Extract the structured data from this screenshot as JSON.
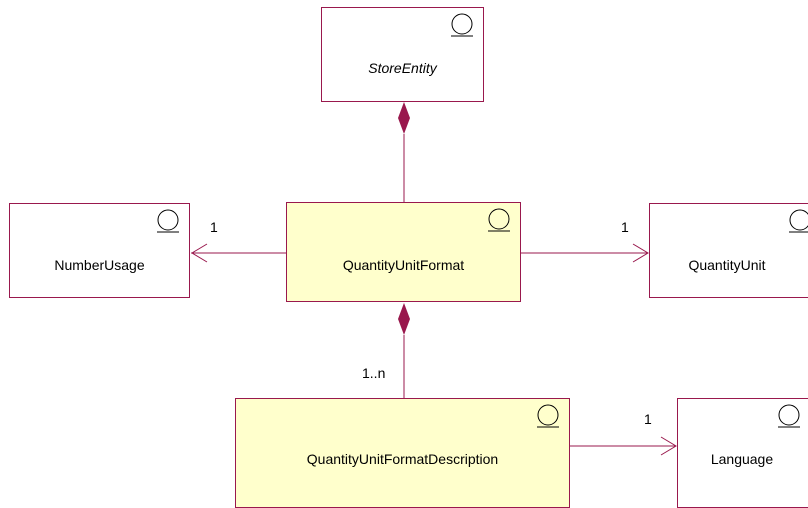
{
  "classes": {
    "store_entity": {
      "name": "StoreEntity"
    },
    "number_usage": {
      "name": "NumberUsage"
    },
    "quantity_unit_format": {
      "name": "QuantityUnitFormat"
    },
    "quantity_unit": {
      "name": "QuantityUnit"
    },
    "quantity_unit_format_description": {
      "name": "QuantityUnitFormatDescription"
    },
    "language": {
      "name": "Language"
    }
  },
  "multiplicities": {
    "number_usage": "1",
    "quantity_unit": "1",
    "description": "1..n",
    "language": "1"
  },
  "icons": {
    "entity": "entity-stereotype-icon",
    "composition": "filled-diamond-icon",
    "navigation": "open-arrow-icon"
  },
  "colors": {
    "border": "#99184d",
    "line": "#99184d",
    "highlight_fill": "#ffffcc",
    "plain_fill": "#ffffff"
  }
}
